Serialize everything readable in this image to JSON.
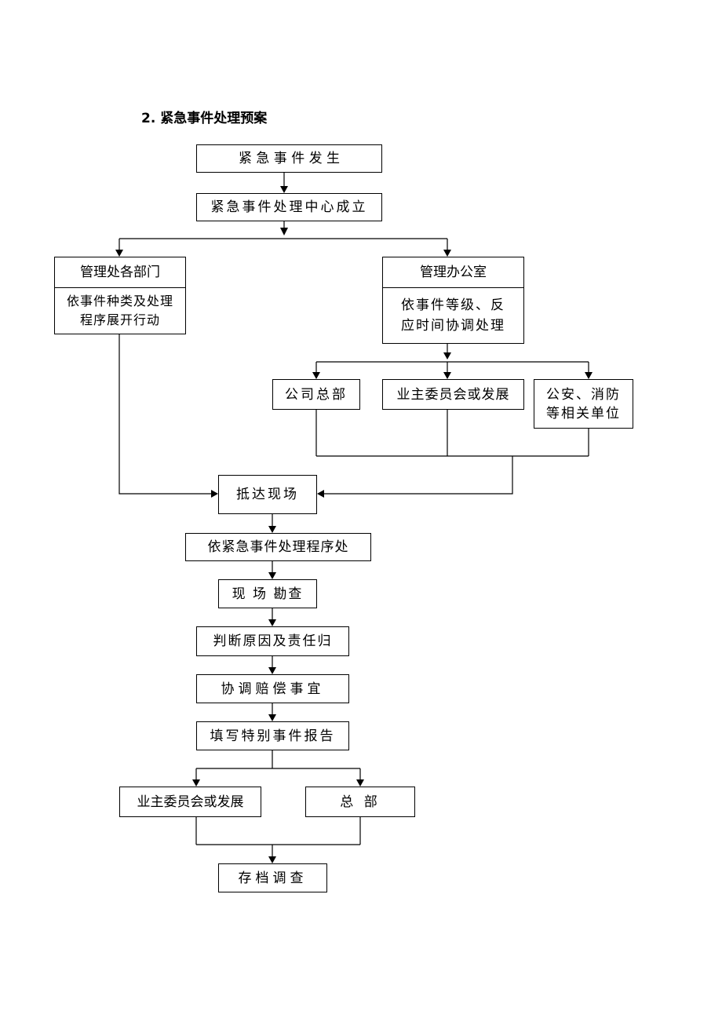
{
  "title": "2. 紧急事件处理预案",
  "nodes": {
    "occur": "紧 急 事 件 发 生",
    "center": "紧急事件处理中心成立",
    "dept": {
      "head": "管理处各部门",
      "line1": "依事件种类及处理",
      "line2": "程序展开行动"
    },
    "office": {
      "head": "管理办公室",
      "line1": "依事件等级、反",
      "line2": "应时间协调处理"
    },
    "hq": "公司总部",
    "owners1": "业主委员会或发展",
    "police": {
      "line1": "公安、消防",
      "line2": "等相关单位"
    },
    "arrive": "抵达现场",
    "procedure": "依紧急事件处理程序处",
    "survey": "现 场 勘查",
    "judge": "判断原因及责任归",
    "compensate": "协调赔偿事宜",
    "report": "填写特别事件报告",
    "owners2": "业主委员会或发展",
    "hq2": "总 部",
    "archive": "存档调查"
  }
}
